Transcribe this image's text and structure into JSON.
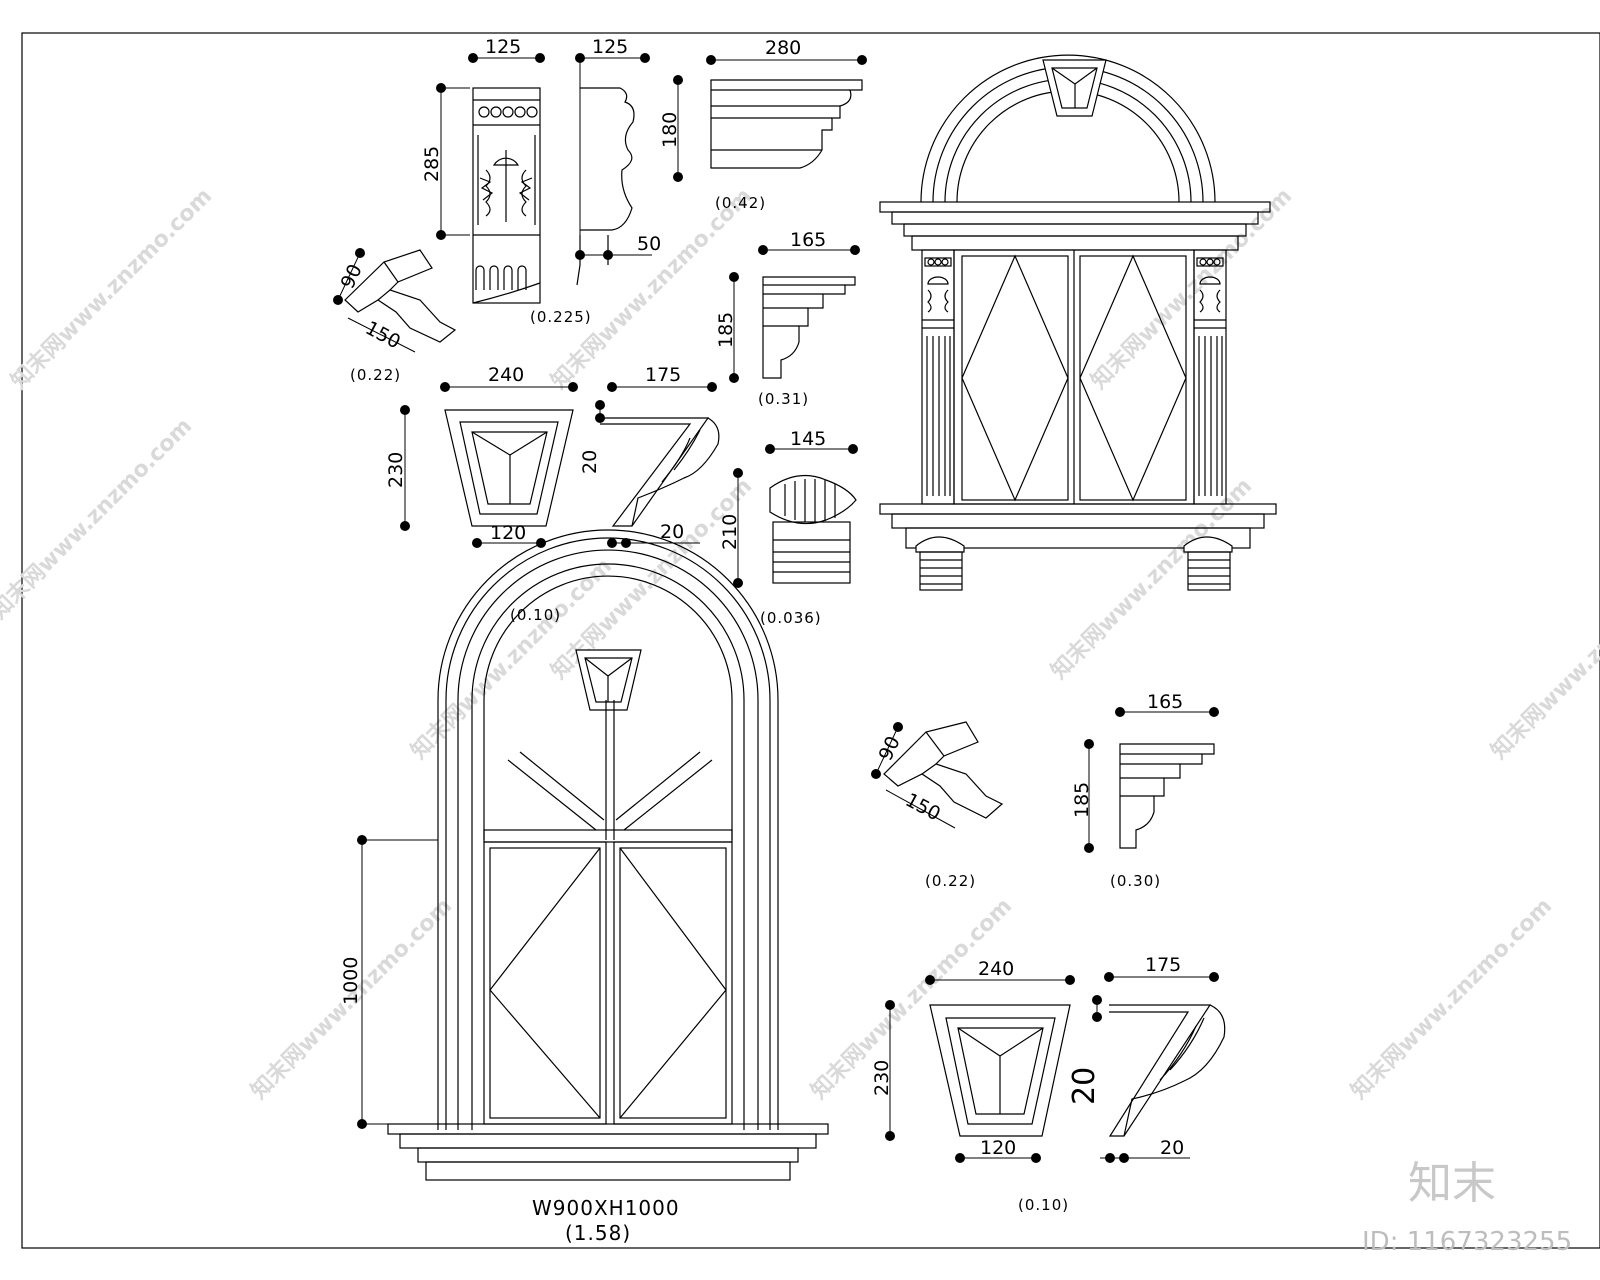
{
  "watermark": {
    "text": "知末网www.znzmo.com",
    "brand": "知末",
    "id_label": "ID: 1167323255"
  },
  "details": {
    "bracket_front": {
      "w": "125",
      "h": "285",
      "caption": "(0.225)"
    },
    "bracket_side": {
      "w": "125",
      "foot": "50"
    },
    "cornice_280": {
      "w": "280",
      "h": "180",
      "caption": "(0.42)"
    },
    "cornice_165_top": {
      "w": "165",
      "h": "185",
      "caption": "(0.31)"
    },
    "cornice_145": {
      "w": "145",
      "h": "210",
      "caption": "(0.036)"
    },
    "corner_top": {
      "a": "90",
      "b": "150",
      "caption": "(0.22)"
    },
    "keystone_top": {
      "w": "240",
      "h": "230",
      "bottom": "120",
      "side_w": "175",
      "step": "20",
      "foot": "20",
      "caption": "(0.10)"
    },
    "corner_bottom": {
      "a": "90",
      "b": "150",
      "caption": "(0.22)"
    },
    "cornice_165_bottom": {
      "w": "165",
      "h": "185",
      "caption": "(0.30)"
    },
    "keystone_bottom": {
      "w": "240",
      "h": "230",
      "bottom": "120",
      "side_w": "175",
      "step": "20",
      "foot": "20",
      "caption": "(0.10)"
    },
    "arched_window": {
      "h": "1000",
      "size": "W900XH1000",
      "caption": "(1.58)"
    }
  }
}
